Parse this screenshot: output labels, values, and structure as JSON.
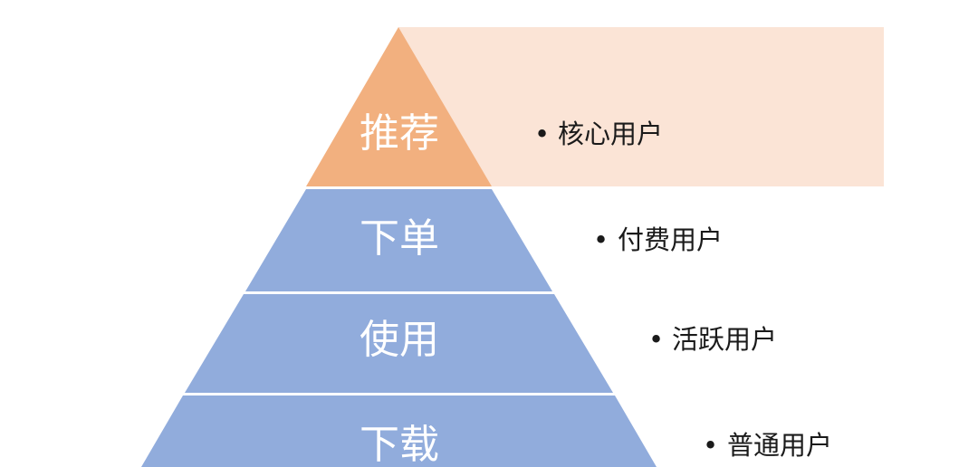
{
  "pyramid": {
    "tiers": [
      {
        "label": "推荐",
        "description": "核心用户",
        "color": "#f2b07f",
        "highlight_color": "#fbe4d6"
      },
      {
        "label": "下单",
        "description": "付费用户",
        "color": "#91acdc"
      },
      {
        "label": "使用",
        "description": "活跃用户",
        "color": "#91acdc"
      },
      {
        "label": "下载",
        "description": "普通用户",
        "color": "#91acdc"
      }
    ],
    "bullet": "•"
  }
}
